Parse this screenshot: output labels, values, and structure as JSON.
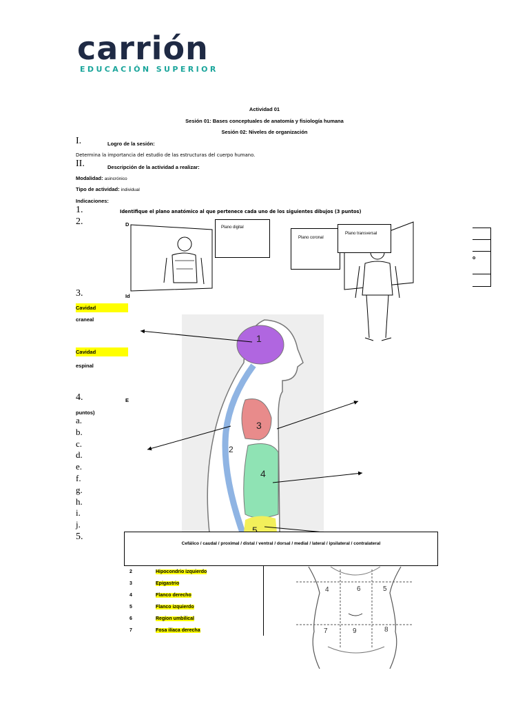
{
  "logo": {
    "word": "carrión",
    "subtitle": "EDUCACIÓN SUPERIOR"
  },
  "header": {
    "activity": "Actividad 01",
    "session1": "Sesión 01: Bases conceptuales de anatomía y fisiología humana",
    "session2": "Sesión 02: Niveles de organización"
  },
  "sections": {
    "s1_num": "I.",
    "s1_title": "Logro de la sesión:",
    "s1_text": "Determina la importancia del estudio de las estructuras del cuerpo humano.",
    "s2_num": "II.",
    "s2_title": "Descripción de la actividad a realizar:",
    "modalidad_label": "Modalidad:",
    "modalidad_value": "asincrónico",
    "tipo_label": "Tipo de actividad:",
    "tipo_value": "individual",
    "indicaciones": "Indicaciones:"
  },
  "items": {
    "n1": "1.",
    "n1_text": "Identifique el plano anatómico al que pertenece cada uno de los siguientes dibujos (3 puntos)",
    "n2": "2.",
    "n2_text": "D",
    "n3": "3.",
    "n3_text": "Id",
    "cav1a": "Cavidad",
    "cav1b": "craneal",
    "cav2a": "Cavidad",
    "cav2b": "espinal",
    "n4": "4.",
    "n4_text": "E",
    "puntos": "puntos)",
    "letters": [
      "a.",
      "b.",
      "c.",
      "d.",
      "e.",
      "f.",
      "g.",
      "h.",
      "i.",
      "j."
    ],
    "n5": "5.",
    "cut_o": "o"
  },
  "planes": {
    "sagital": "Plano digital",
    "coronal": "Plano coronal",
    "transversal": "Plano transversal"
  },
  "terms_box": "Cefálico / caudal / proximal / distal / ventral / dorsal / medial / lateral / ipsilateral / contralateral",
  "cavity_labels": [
    "1",
    "2",
    "3",
    "4",
    "5"
  ],
  "regions_table": [
    {
      "n": "2",
      "name": "Hipocondrio izquierdo"
    },
    {
      "n": "3",
      "name": "Epigastrio"
    },
    {
      "n": "4",
      "name": "Flanco derecho"
    },
    {
      "n": "5",
      "name": "Flanco izquierdo"
    },
    {
      "n": "6",
      "name": "Region umbilical"
    },
    {
      "n": "7",
      "name": "Fosa ilíaca derecha"
    }
  ],
  "abdomen_numbers": [
    "4",
    "6",
    "5",
    "7",
    "9",
    "8"
  ],
  "colors": {
    "brand_navy": "#1f2a44",
    "brand_teal": "#1aa59b",
    "highlight": "#ffff00",
    "cavity_cranial": "#b066e0",
    "cavity_thoracic": "#e88b8b",
    "cavity_abdominal": "#8fe3b4",
    "cavity_pelvic": "#f2ef5a",
    "cavity_spinal": "#8fb4e3"
  }
}
